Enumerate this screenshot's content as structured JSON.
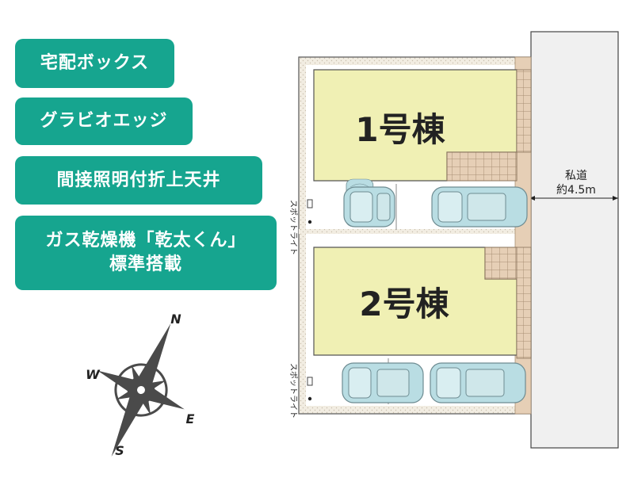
{
  "features": [
    {
      "lines": [
        "宅配ボックス"
      ]
    },
    {
      "lines": [
        "グラビオエッジ"
      ]
    },
    {
      "lines": [
        "間接照明付折上天井"
      ]
    },
    {
      "lines": [
        "ガス乾燥機「乾太くん」",
        "標準搭載"
      ]
    }
  ],
  "plan": {
    "building1_label": "1号棟",
    "building2_label": "2号棟",
    "road_label_line1": "私道",
    "road_label_line2": "約4.5m",
    "spotlight_label": "スポットライト"
  },
  "compass": {
    "north": "N",
    "south": "S",
    "east": "E",
    "west": "W"
  },
  "colors": {
    "badge": "#16a58f",
    "building": "#f0f0b4",
    "paving": "#e6cfb6",
    "gravel": "#f2ede2",
    "car": "#b9dde3",
    "compass": "#4a4a4a"
  }
}
